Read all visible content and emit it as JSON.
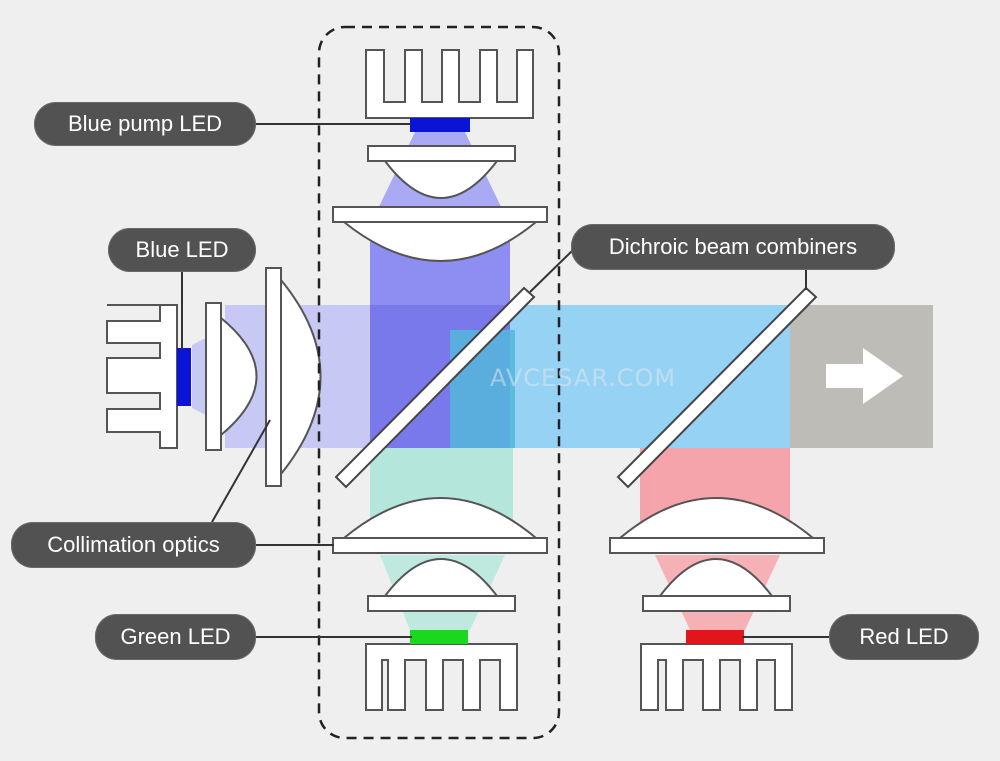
{
  "labels": {
    "blue_pump_led": "Blue pump LED",
    "blue_led": "Blue LED",
    "dichroic": "Dichroic beam combiners",
    "collimation": "Collimation optics",
    "green_led": "Green LED",
    "red_led": "Red LED"
  },
  "watermark": "AVCESAR.COM",
  "colors": {
    "blue_led": "#0b14d6",
    "green_led": "#19d81e",
    "red_led": "#e3151b",
    "blue_beam": "#8f8ff6",
    "combined_beam": "#8fd0f4",
    "green_beam": "#b6e6dc",
    "red_beam": "#f6a8ad",
    "output_beam": "#bdbcb6",
    "label_bg": "#525252"
  }
}
